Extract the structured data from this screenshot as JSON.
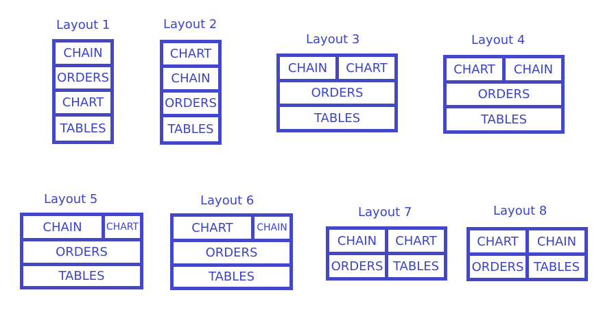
{
  "accent_color": "#3a43c8",
  "layouts": [
    {
      "title": "Layout 1",
      "cells": [
        "CHAIN",
        "ORDERS",
        "CHART",
        "TABLES"
      ]
    },
    {
      "title": "Layout 2",
      "cells": [
        "CHART",
        "CHAIN",
        "ORDERS",
        "TABLES"
      ]
    },
    {
      "title": "Layout 3",
      "cells": [
        "CHAIN",
        "CHART",
        "ORDERS",
        "TABLES"
      ]
    },
    {
      "title": "Layout 4",
      "cells": [
        "CHART",
        "CHAIN",
        "ORDERS",
        "TABLES"
      ]
    },
    {
      "title": "Layout 5",
      "cells": [
        "CHAIN",
        "CHART",
        "ORDERS",
        "TABLES"
      ]
    },
    {
      "title": "Layout 6",
      "cells": [
        "CHART",
        "CHAIN",
        "ORDERS",
        "TABLES"
      ]
    },
    {
      "title": "Layout 7",
      "cells": [
        "CHAIN",
        "CHART",
        "ORDERS",
        "TABLES"
      ]
    },
    {
      "title": "Layout 8",
      "cells": [
        "CHART",
        "CHAIN",
        "ORDERS",
        "TABLES"
      ]
    }
  ]
}
